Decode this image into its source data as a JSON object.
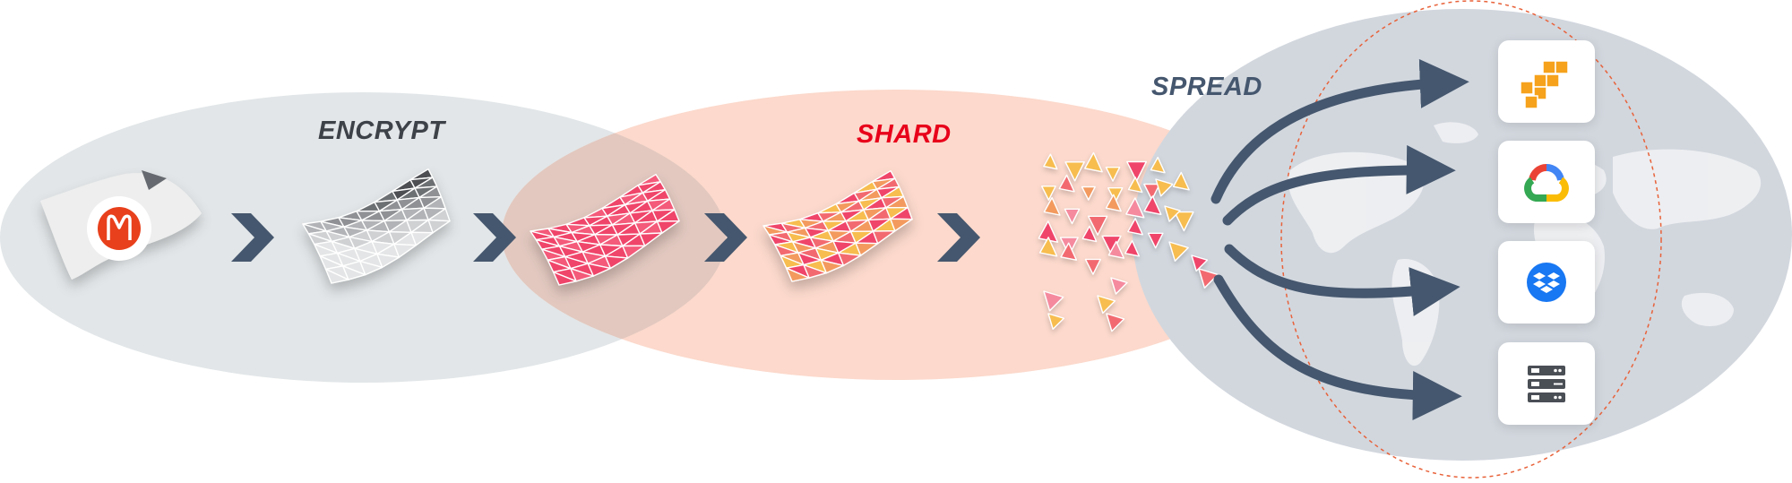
{
  "labels": {
    "encrypt": "ENCRYPT",
    "shard": "SHARD",
    "spread": "SPREAD"
  },
  "services": [
    {
      "name": "aws-s3",
      "icon": "aws-cubes-icon"
    },
    {
      "name": "google-cloud",
      "icon": "google-cloud-icon"
    },
    {
      "name": "dropbox",
      "icon": "dropbox-icon"
    },
    {
      "name": "server",
      "icon": "server-rack-icon"
    }
  ],
  "colors": {
    "encrypt_bg": "#e2e6e8",
    "shard_bg": "#fcd9cc",
    "arrow": "#45576e",
    "accent_red": "#e8001a",
    "mesh_pink": "#f0456a",
    "mesh_orange": "#f39a5e",
    "mesh_yellow": "#f7bd4f"
  }
}
